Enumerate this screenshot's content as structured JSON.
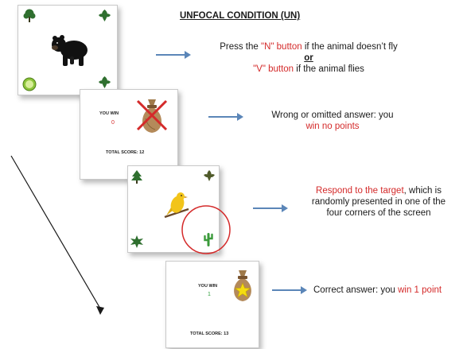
{
  "title": "UNFOCAL CONDITION (UN)",
  "steps": [
    {
      "line1_pre": "Press the ",
      "line1_red": "\"N\" button",
      "line1_post": " if the animal doesn’t fly",
      "or": "or",
      "line3_red": "\"V\" button",
      "line3_post": " if the animal flies"
    },
    {
      "line1": "Wrong or omitted answer: you",
      "line2_red": "win no points",
      "screen_you_win": "YOU WIN",
      "screen_points": "0",
      "screen_total": "TOTAL SCORE: 12"
    },
    {
      "line1_red": "Respond to the target",
      "line1_post": ", which is",
      "line2": "randomly presented in one of the",
      "line3": "four corners of the screen"
    },
    {
      "line1_pre": "Correct answer: you ",
      "line1_red": "win 1 point",
      "screen_you_win": "YOU WIN",
      "screen_points": "1",
      "screen_total": "TOTAL SCORE: 13"
    }
  ],
  "colors": {
    "accent_red": "#d42a2a",
    "arrow_blue": "#5b86b8",
    "point_green": "#2e9e3a",
    "plant_green": "#2f6f2f"
  },
  "icons": [
    "tree-icon",
    "leaf-icon",
    "bear-icon",
    "lime-icon",
    "money-bag-icon",
    "cross-icon",
    "bird-icon",
    "cactus-icon",
    "star-icon"
  ]
}
